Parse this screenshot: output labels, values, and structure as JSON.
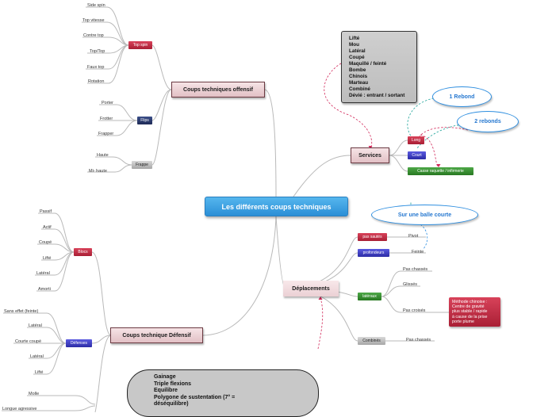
{
  "central": {
    "label": "Les différents coups techniques"
  },
  "offensive": {
    "label": "Coups techniques offensif",
    "topspin": {
      "label": "Top spin",
      "items": [
        "Side spin",
        "Top vitesse",
        "Contre top",
        "Top/Top",
        "Faux top",
        "Rotation"
      ]
    },
    "flips": {
      "label": "Flips",
      "items": [
        "Porter",
        "Frotter",
        "Frapper"
      ]
    },
    "frappe": {
      "label": "Frappe",
      "items": [
        "Haute",
        "Mi- haute"
      ]
    }
  },
  "defensive": {
    "label": "Coups technique Défensif",
    "blocs": {
      "label": "Blocs",
      "items": [
        "Passif",
        "Actif",
        "Coupé",
        "Lifté",
        "Latéral",
        "Amorti"
      ]
    },
    "defenses": {
      "label": "Défenses",
      "items": [
        "Sans effet (feinte)",
        "Latéral",
        "Courte coupé",
        "Latéral",
        "Lifté"
      ]
    },
    "extra": [
      "Molle",
      "Longue agressive"
    ]
  },
  "services": {
    "label": "Services",
    "notes": [
      "Lifté",
      "Mou",
      "Latéral",
      "Coupé",
      "Maquillé / feinté",
      "Bombe",
      "Chinois",
      "Marteau",
      "Combiné",
      "Dévié : entrant / sortant"
    ],
    "long": "Long",
    "court": "Court",
    "casse": "Casse raquette / infirmerie",
    "rebond1": "1 Rebond",
    "rebond2": "2 rebonds"
  },
  "deplacements": {
    "label": "Déplacements",
    "note": "Sur une balle courte",
    "pas_sautes": {
      "label": "pas sautés",
      "item": "Pivot"
    },
    "profondeurs": {
      "label": "profondeurs",
      "item": "Feinte"
    },
    "lateraux": {
      "label": "latéraux",
      "items": [
        "Pas chassés",
        "Glissés",
        "Pas croisés"
      ]
    },
    "methode": [
      "Méthode chinoise :",
      "Centre de gravité",
      " plus stable / rapide",
      "à cause de la prise",
      " porte plume"
    ],
    "combines": {
      "label": "Combinés",
      "item": "Pas chassés"
    }
  },
  "bottom_box": [
    "Gainage",
    "Triple flexions",
    "Equilibre",
    "Polygone de sustentation (7° =",
    "déséquilibre)"
  ],
  "colors": {
    "central": "#2b8fd6",
    "branch": "#e2c0c5",
    "red_tag": "#a91f35",
    "blue_tag": "#2c2ca6",
    "bubble": "#2f8fe0",
    "dash": "#d2285a"
  }
}
